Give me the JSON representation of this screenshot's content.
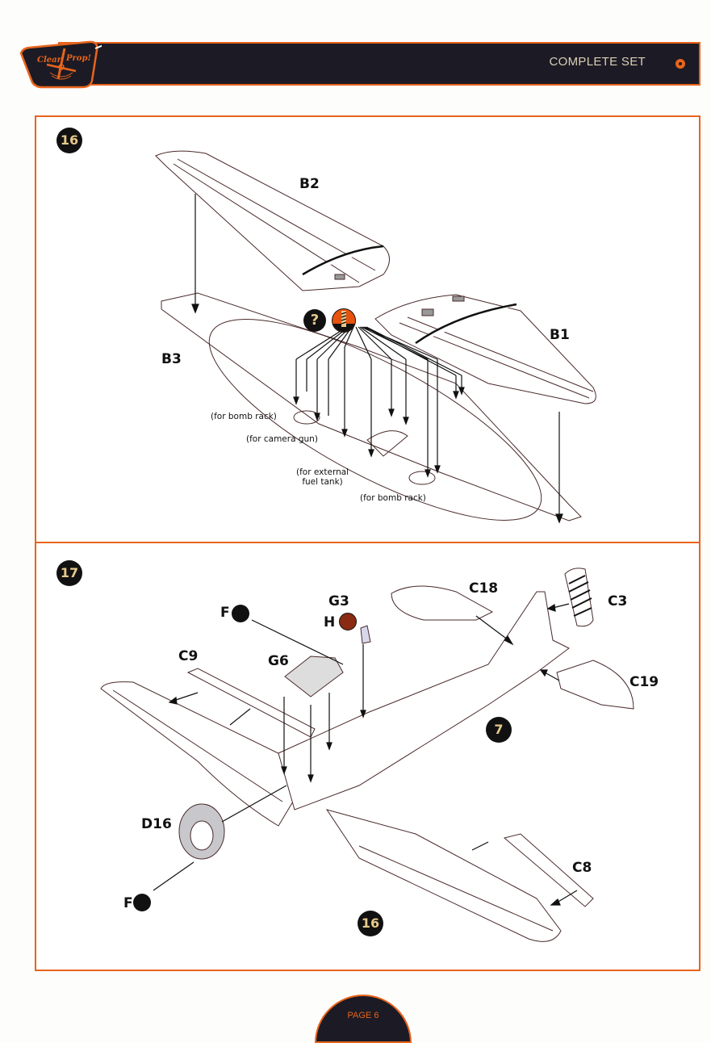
{
  "header": {
    "brand": "Clear Prop!",
    "title": "COMPLETE SET",
    "accent_color": "#e8641c",
    "bar_color": "#1c1b25"
  },
  "steps": [
    {
      "number": "16",
      "icons": [
        {
          "name": "question-icon",
          "glyph": "?"
        },
        {
          "name": "drill-icon",
          "meaning": "drill holes"
        }
      ],
      "parts": [
        {
          "label": "B2"
        },
        {
          "label": "B1"
        },
        {
          "label": "B3"
        }
      ],
      "notes": [
        {
          "text": "(for bomb rack)"
        },
        {
          "text": "(for camera gun)"
        },
        {
          "text": "(for external\nfuel tank)",
          "line1": "(for external",
          "line2": "fuel tank)"
        },
        {
          "text": "(for bomb rack)"
        }
      ]
    },
    {
      "number": "17",
      "parts": [
        {
          "label": "F"
        },
        {
          "label": "G3"
        },
        {
          "label": "H"
        },
        {
          "label": "C18"
        },
        {
          "label": "C3"
        },
        {
          "label": "C9"
        },
        {
          "label": "G6"
        },
        {
          "label": "C19"
        },
        {
          "label": "D16"
        },
        {
          "label": "F"
        },
        {
          "label": "C8"
        }
      ],
      "references": [
        {
          "step": "7"
        },
        {
          "step": "16"
        }
      ],
      "paint_colors": {
        "F": "#111111",
        "H": "#8a2a12"
      }
    }
  ],
  "footer": {
    "page_label": "PAGE 6"
  }
}
